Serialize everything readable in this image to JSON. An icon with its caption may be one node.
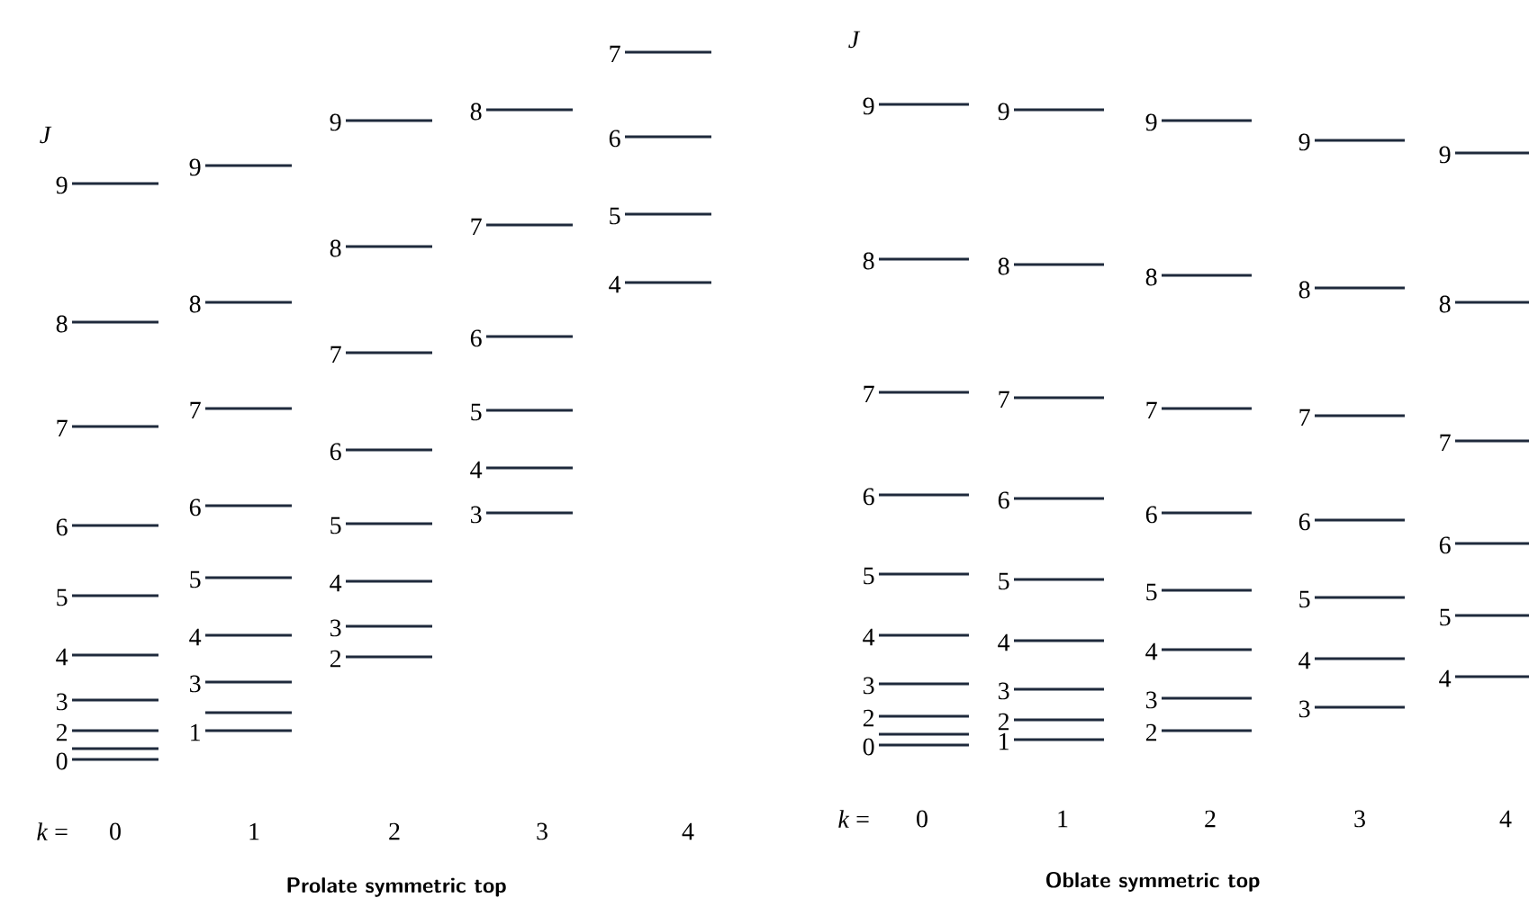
{
  "diagram": {
    "labels": [
      "J",
      "9",
      "8",
      "7",
      "6",
      "5",
      "4",
      "3",
      "2",
      "0",
      "9",
      "8",
      "7",
      "6",
      "5",
      "4",
      "3",
      "1",
      "9",
      "8",
      "7",
      "6",
      "5",
      "4",
      "3",
      "2",
      "8",
      "7",
      "6",
      "5",
      "4",
      "3",
      "7",
      "6",
      "5",
      "4",
      "*k* =",
      "0",
      "1",
      "2",
      "3",
      "4",
      "Prolate symmetric top",
      "J",
      "9",
      "8",
      "7",
      "6",
      "5",
      "4",
      "3",
      "2",
      "0",
      "9",
      "8",
      "7",
      "6",
      "5",
      "4",
      "3",
      "2",
      "1",
      "9",
      "8",
      "7",
      "6",
      "5",
      "4",
      "3",
      "2",
      "9",
      "8",
      "7",
      "6",
      "5",
      "4",
      "3",
      "9",
      "8",
      "7",
      "6",
      "5",
      "4",
      "*k* =",
      "0",
      "1",
      "2",
      "3",
      "4",
      "Oblate symmetric top"
    ]
  }
}
